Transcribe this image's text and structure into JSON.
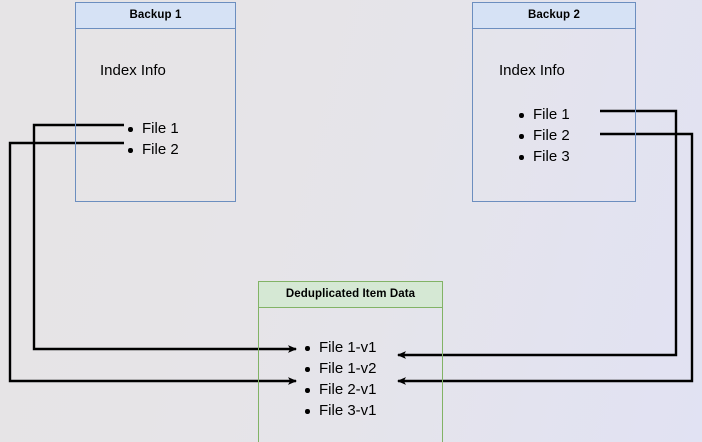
{
  "diagram": {
    "title": "Deduplicated backup index diagram",
    "background_left_color": "#e6e4e6",
    "background_right_color": "#e1e2f3",
    "blue_border_color": "#6c8ebf",
    "blue_header_color": "#d6e2f5",
    "green_border_color": "#82b366",
    "green_header_color": "#d5e8d4",
    "connector_color": "#000000"
  },
  "backup1": {
    "header": "Backup 1",
    "caption": "Index Info",
    "files": [
      {
        "label": "File 1"
      },
      {
        "label": "File 2"
      }
    ]
  },
  "backup2": {
    "header": "Backup 2",
    "caption": "Index Info",
    "files": [
      {
        "label": "File 1"
      },
      {
        "label": "File 2"
      },
      {
        "label": "File 3"
      }
    ]
  },
  "dedup": {
    "header": "Deduplicated Item Data",
    "items": [
      {
        "label": "File 1-v1"
      },
      {
        "label": "File 1-v2"
      },
      {
        "label": "File 2-v1"
      },
      {
        "label": "File 3-v1"
      }
    ]
  },
  "connectors": [
    {
      "name": "backup1-file1-to-file1v1",
      "from": "Backup 1 / File 1",
      "to": "Deduplicated Item Data / File 1-v1",
      "side": "left"
    },
    {
      "name": "backup1-file2-to-file2v1",
      "from": "Backup 1 / File 2",
      "to": "Deduplicated Item Data / File 2-v1",
      "side": "left"
    },
    {
      "name": "backup2-file1-to-file1v2",
      "from": "Backup 2 / File 1",
      "to": "Deduplicated Item Data / File 1-v2",
      "side": "right"
    },
    {
      "name": "backup2-file2-to-file2v1",
      "from": "Backup 2 / File 2",
      "to": "Deduplicated Item Data / File 2-v1",
      "side": "right"
    }
  ]
}
